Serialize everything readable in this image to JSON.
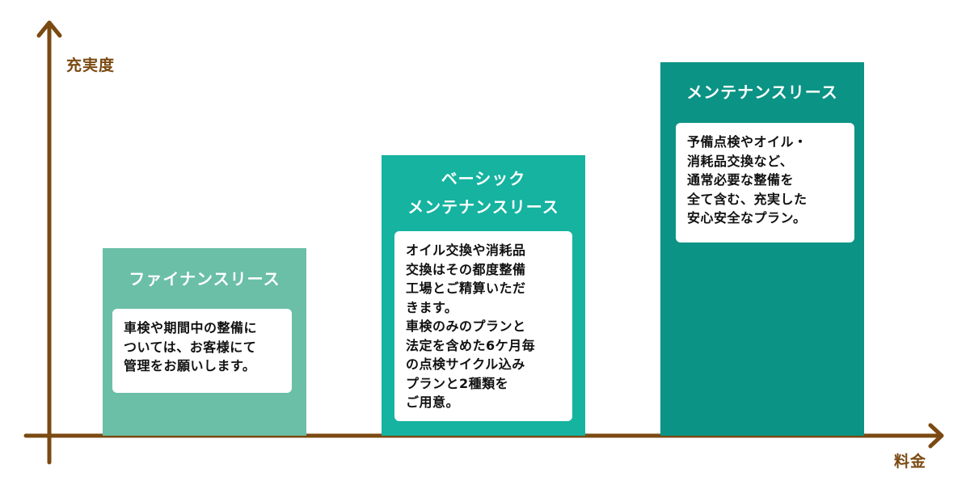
{
  "axes": {
    "y_label": "充実度",
    "x_label": "料金",
    "color": "#7a4a12"
  },
  "plans": [
    {
      "title": "ファイナンスリース",
      "description": "車検や期間中の整備に\nついては、お客様にて\n管理をお願いします。",
      "color": "#6bbfa6"
    },
    {
      "title": "ベーシック\nメンテナンスリース",
      "description": "オイル交換や消耗品\n交換はその都度整備\n工場とご精算いただ\nきます。\n車検のみのプランと\n法定を含めた6ケ月毎\nの点検サイクル込み\nプランと2種類を\nご用意。",
      "color": "#15b3a0"
    },
    {
      "title": "メンテナンスリース",
      "description": "予備点検やオイル・\n消耗品交換など、\n通常必要な整備を\n全て含む、充実した\n安心安全なプラン。",
      "color": "#0b9385"
    }
  ]
}
